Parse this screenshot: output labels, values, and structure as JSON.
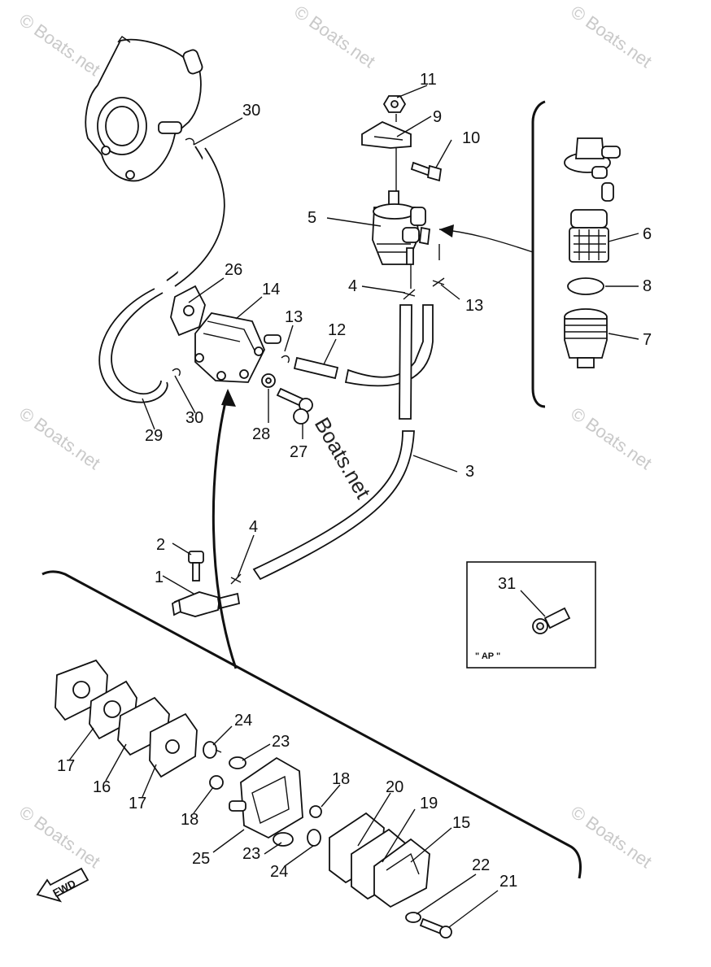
{
  "watermark": "© Boats.net",
  "center_watermark": "Boats.net",
  "inset_label": "\" AP \"",
  "direction_label": "FWD",
  "callouts": {
    "c1": "1",
    "c2": "2",
    "c3": "3",
    "c4a": "4",
    "c4b": "4",
    "c5": "5",
    "c6": "6",
    "c7": "7",
    "c8": "8",
    "c9": "9",
    "c10": "10",
    "c11": "11",
    "c12": "12",
    "c13a": "13",
    "c13b": "13",
    "c14": "14",
    "c15": "15",
    "c16": "16",
    "c17a": "17",
    "c17b": "17",
    "c18a": "18",
    "c18b": "18",
    "c19": "19",
    "c20": "20",
    "c21": "21",
    "c22": "22",
    "c23a": "23",
    "c23b": "23",
    "c24a": "24",
    "c24b": "24",
    "c25": "25",
    "c26": "26",
    "c27": "27",
    "c28": "28",
    "c29": "29",
    "c30a": "30",
    "c30b": "30",
    "c31": "31"
  }
}
